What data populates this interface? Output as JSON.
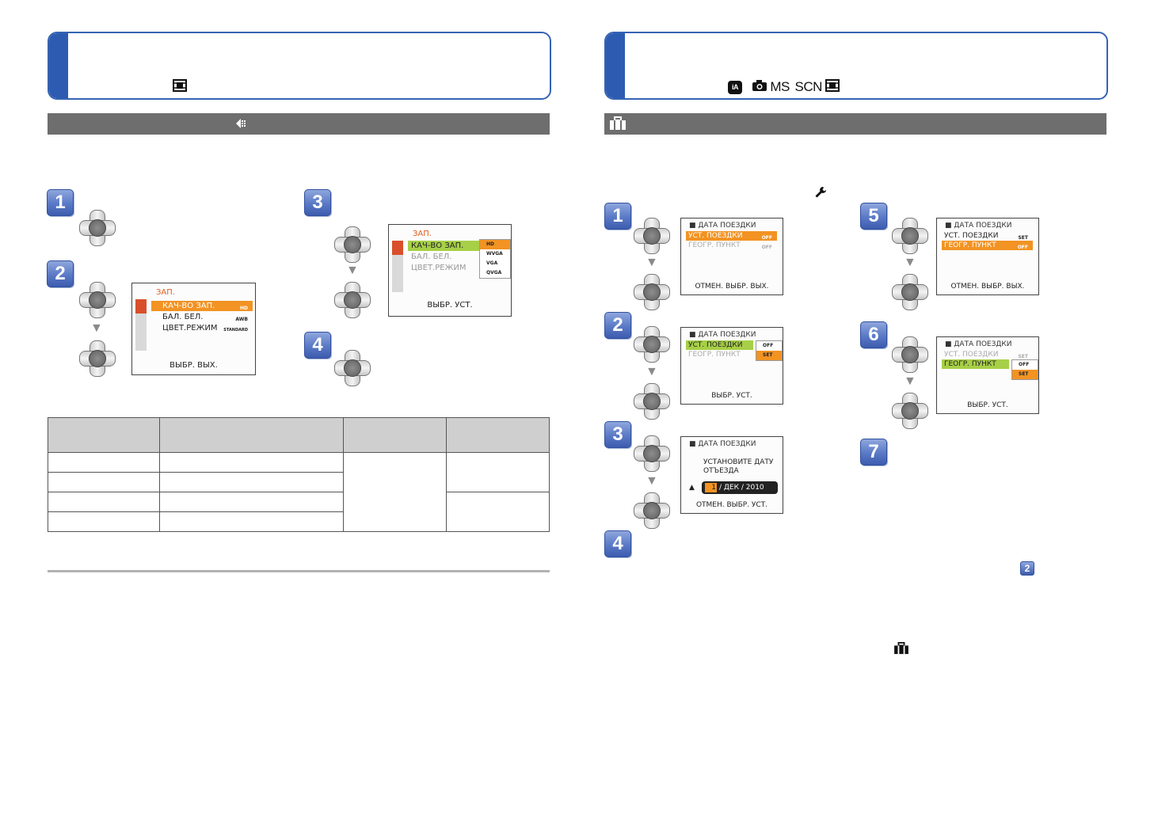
{
  "left": {
    "header": {
      "mode_icon": "movie-mode-icon"
    },
    "section_icon": "quality-icon",
    "steps": [
      "1",
      "2",
      "3",
      "4"
    ],
    "menu_screen": {
      "title": "ЗАП.",
      "items": [
        {
          "label": "КАЧ-ВО ЗАП.",
          "value": "HD"
        },
        {
          "label": "БАЛ. БЕЛ.",
          "value": "AWB"
        },
        {
          "label": "ЦВЕТ.РЕЖИМ",
          "value": "STANDARD"
        }
      ],
      "footer": "ВЫБР.  ВЫХ."
    },
    "quality_screen": {
      "title": "ЗАП.",
      "items": [
        "КАЧ-ВО ЗАП.",
        "БАЛ. БЕЛ.",
        "ЦВЕТ.РЕЖИМ"
      ],
      "options": [
        "HD",
        "WVGA",
        "VGA",
        "QVGA"
      ],
      "footer": "ВЫБР.  УСТ."
    }
  },
  "right": {
    "header": {
      "modes": [
        "iA",
        "camera",
        "MS",
        "SCN",
        "movie"
      ],
      "mode_text": {
        "ms": "MS",
        "scn": "SCN"
      }
    },
    "section_icon": "suitcase-icon",
    "steps": [
      "1",
      "2",
      "3",
      "4",
      "5",
      "6",
      "7"
    ],
    "inline_badge": "2",
    "screens": {
      "s1": {
        "title": "ДАТА ПОЕЗДКИ",
        "row1": "УСТ. ПОЕЗДКИ",
        "row1_value": "OFF",
        "row2": "ГЕОГР. ПУНКТ",
        "row2_value": "OFF",
        "footer": "ОТМЕН.  ВЫБР.  ВЫХ."
      },
      "s2": {
        "title": "ДАТА ПОЕЗДКИ",
        "row1": "УСТ. ПОЕЗДКИ",
        "row2": "ГЕОГР. ПУНКТ",
        "options": [
          "OFF",
          "SET"
        ],
        "footer": "ВЫБР.  УСТ."
      },
      "s3": {
        "title": "ДАТА ПОЕЗДКИ",
        "line1": "УСТАНОВИТЕ ДАТУ",
        "line2": "ОТЪЕЗДА",
        "date_day": "1",
        "date_rest": "/ ДЕК / 2010",
        "footer": "ОТМЕН.  ВЫБР.  УСТ."
      },
      "s5": {
        "title": "ДАТА ПОЕЗДКИ",
        "row1": "УСТ. ПОЕЗДКИ",
        "row1_value": "SET",
        "row2": "ГЕОГР. ПУНКТ",
        "row2_value": "OFF",
        "footer": "ОТМЕН.  ВЫБР.  ВЫХ."
      },
      "s6": {
        "title": "ДАТА ПОЕЗДКИ",
        "row1": "УСТ. ПОЕЗДКИ",
        "row1_value": "SET",
        "row2": "ГЕОГР. ПУНКТ",
        "options": [
          "OFF",
          "SET"
        ],
        "footer": "ВЫБР.  УСТ."
      }
    }
  }
}
